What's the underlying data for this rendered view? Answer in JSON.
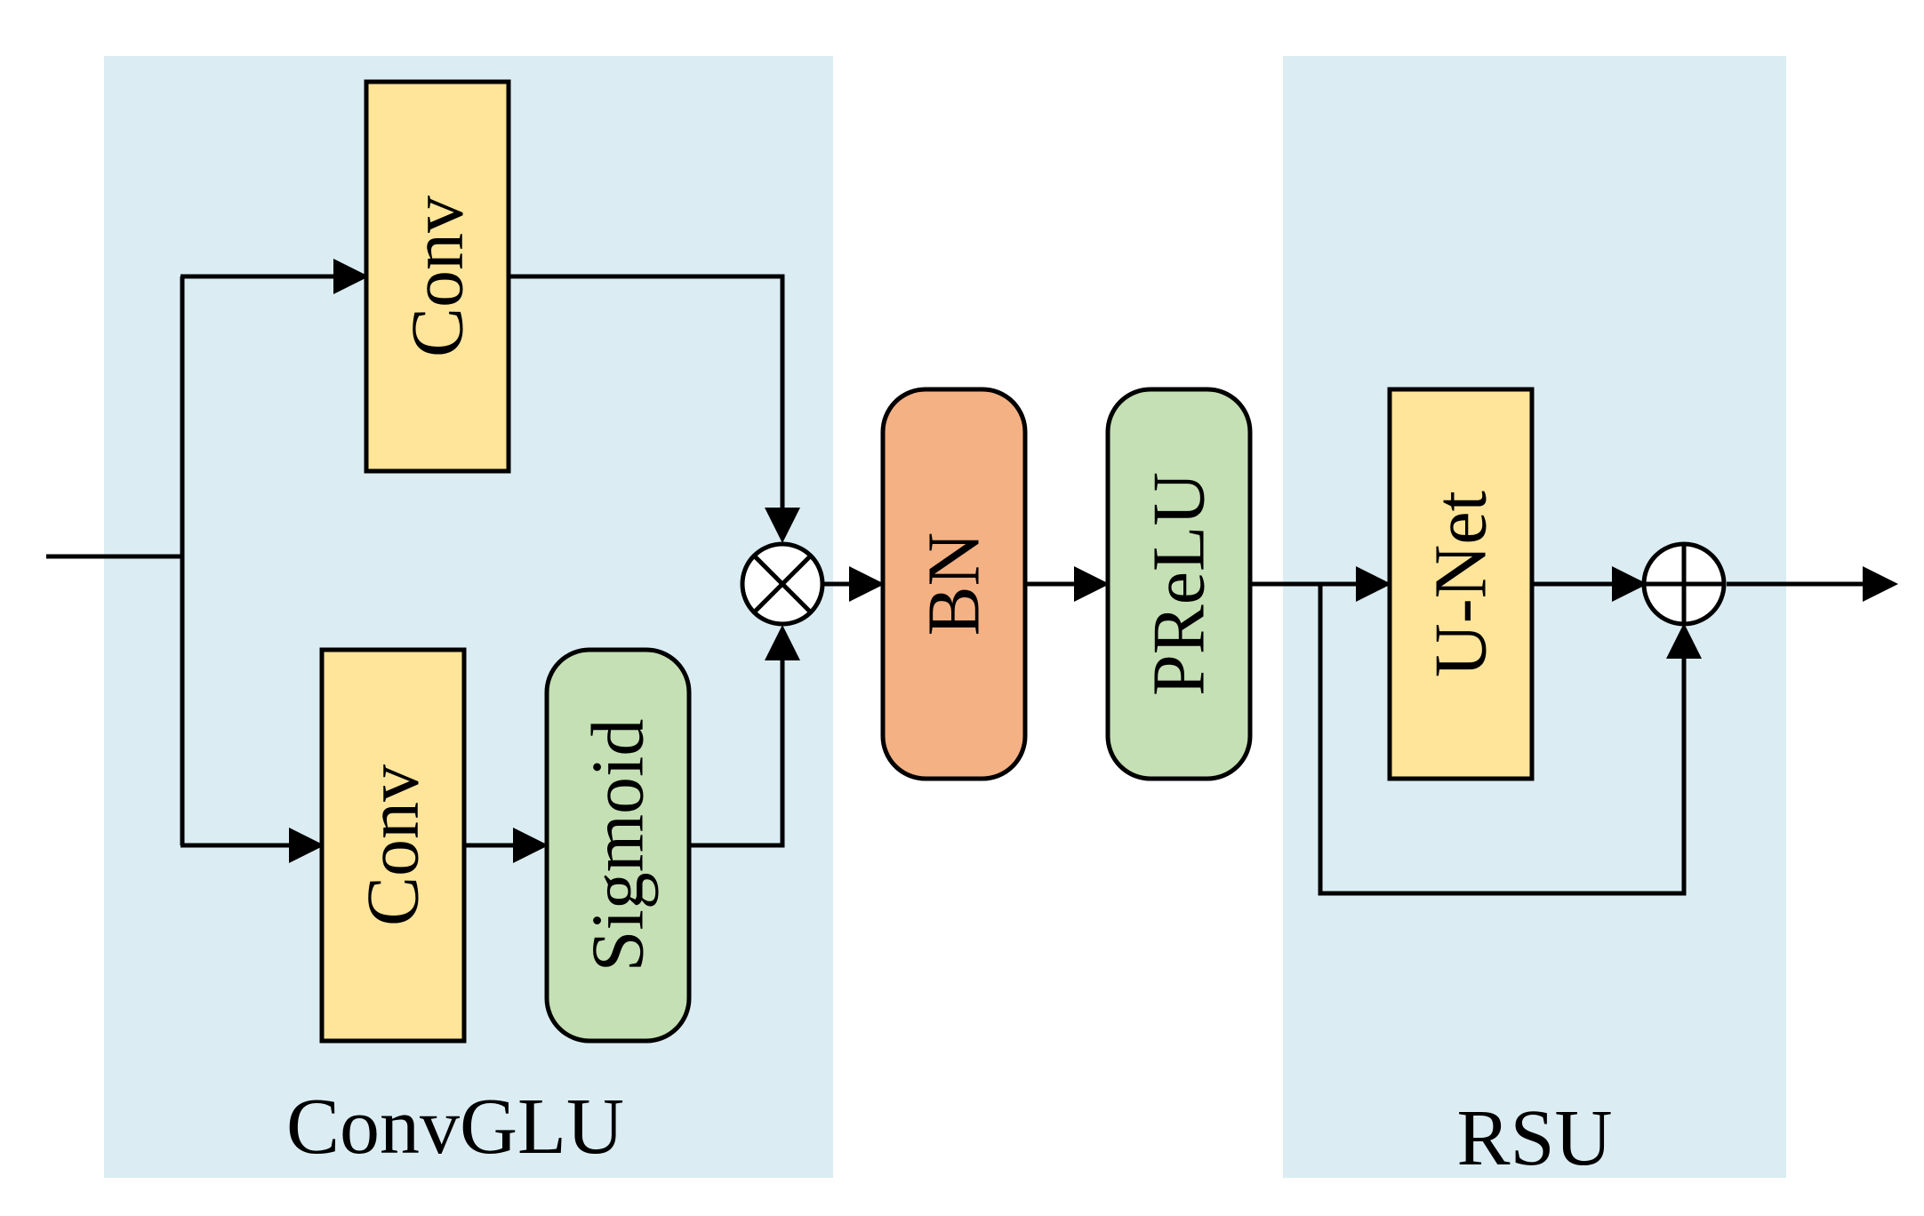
{
  "diagram": {
    "regions": {
      "convglu": {
        "label": "ConvGLU",
        "color": "#dbedf3"
      },
      "rsu": {
        "label": "RSU",
        "color": "#dbedf3"
      }
    },
    "blocks": {
      "conv_top": {
        "label": "Conv",
        "color": "#fee599"
      },
      "conv_bottom": {
        "label": "Conv",
        "color": "#fee599"
      },
      "sigmoid": {
        "label": "Sigmoid",
        "color": "#c5e0b4"
      },
      "bn": {
        "label": "BN",
        "color": "#f4b183"
      },
      "prelu": {
        "label": "PReLU",
        "color": "#c5e0b4"
      },
      "unet": {
        "label": "U-Net",
        "color": "#fee599"
      }
    },
    "operators": {
      "multiply": {
        "symbol": "⊗",
        "name": "element-wise multiplication"
      },
      "add": {
        "symbol": "⊕",
        "name": "element-wise addition"
      }
    }
  }
}
